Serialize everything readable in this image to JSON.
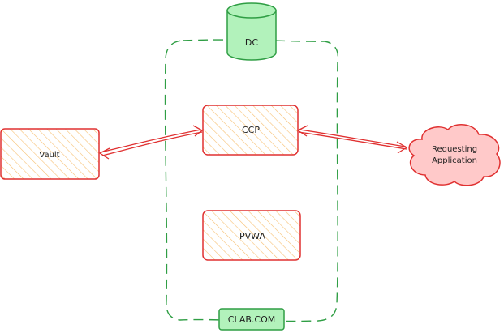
{
  "colors": {
    "red_stroke": "#e03131",
    "red_fill": "#ffc9c9",
    "orange_hatch": "#f08c00",
    "green_stroke": "#2f9e44",
    "green_fill": "#b2f2bb",
    "text": "#1e1e1e"
  },
  "nodes": {
    "dc": {
      "label": "DC"
    },
    "ccp": {
      "label": "CCP"
    },
    "vault": {
      "label": "Vault"
    },
    "pvwa": {
      "label": "PVWA"
    },
    "requesting_app": {
      "label_line1": "Requesting",
      "label_line2": "Application"
    },
    "clab": {
      "label": "CLAB.COM"
    }
  },
  "edges": [
    {
      "from": "vault",
      "to": "ccp",
      "direction": "both"
    },
    {
      "from": "ccp",
      "to": "requesting_app",
      "direction": "both"
    }
  ]
}
